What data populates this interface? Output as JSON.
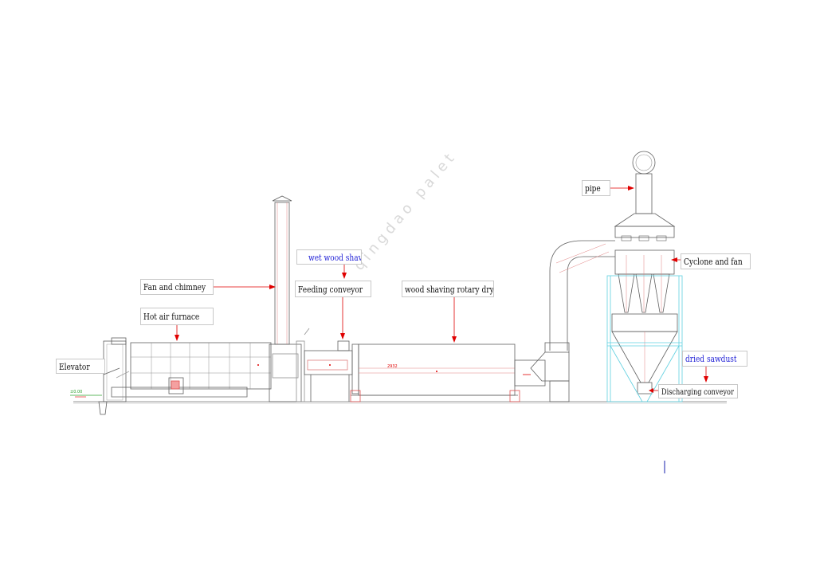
{
  "labels": {
    "elevator": "Elevator",
    "hot_air_furnace": "Hot air furnace",
    "fan_and_chimney": "Fan and chimney",
    "wet_wood_shaving": "wet wood shaving",
    "feeding_conveyor": "Feeding conveyor",
    "rotary_dryer": "wood shaving rotary dryer",
    "pipe": "pipe",
    "cyclone_and_fan": "Cyclone and fan",
    "dried_sawdust": "dried sawdust",
    "discharging_conveyor": "Discharging conveyor"
  },
  "annotations": {
    "elevation_mark": "±0.00",
    "dryer_mark": "2932"
  },
  "watermark": "qingdao palet",
  "colors": {
    "line": "#606060",
    "leader": "#e00000",
    "cyan": "#5fd0e0",
    "red": "#e05050",
    "blue_text": "#1f1fd6"
  }
}
